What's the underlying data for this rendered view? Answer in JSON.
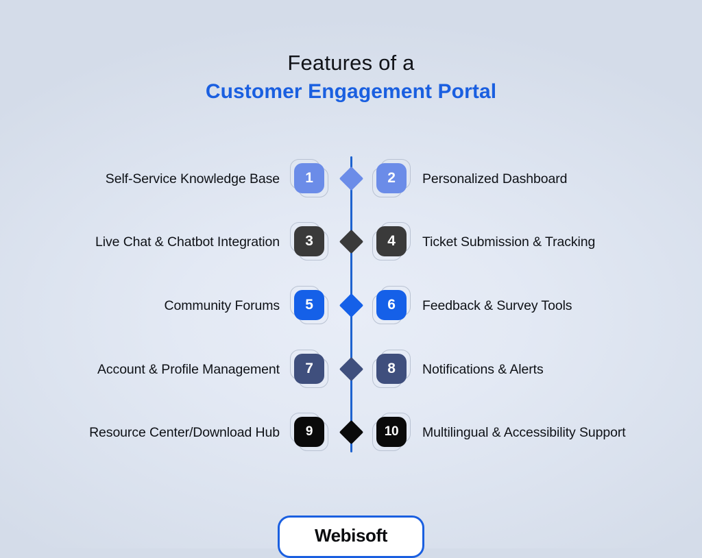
{
  "title": {
    "line1": "Features of a",
    "line2": "Customer Engagement Portal",
    "line1_color": "#111318",
    "line2_color": "#1a5fe0"
  },
  "theme": {
    "background_edge": "#d4dce9",
    "background_center": "#e8edf7",
    "spine_color": "#1e63cf",
    "bracket_outline": "#b9c2d2",
    "badge_text_color": "#ffffff",
    "label_color": "#0e1116"
  },
  "rows": [
    {
      "color": "#6b8ce8",
      "left": {
        "number": "1",
        "label": "Self-Service Knowledge Base"
      },
      "right": {
        "number": "2",
        "label": "Personalized Dashboard"
      }
    },
    {
      "color": "#3a3a3a",
      "left": {
        "number": "3",
        "label": "Live Chat & Chatbot Integration"
      },
      "right": {
        "number": "4",
        "label": "Ticket Submission & Tracking"
      }
    },
    {
      "color": "#1560e8",
      "left": {
        "number": "5",
        "label": "Community Forums"
      },
      "right": {
        "number": "6",
        "label": "Feedback & Survey Tools"
      }
    },
    {
      "color": "#3f4f7d",
      "left": {
        "number": "7",
        "label": "Account & Profile Management"
      },
      "right": {
        "number": "8",
        "label": "Notifications & Alerts"
      }
    },
    {
      "color": "#0a0a0a",
      "left": {
        "number": "9",
        "label": "Resource Center/Download Hub"
      },
      "right": {
        "number": "10",
        "label": "Multilingual & Accessibility Support"
      }
    }
  ],
  "logo": {
    "name": "Webisoft",
    "border_color": "#1a5fe0"
  }
}
